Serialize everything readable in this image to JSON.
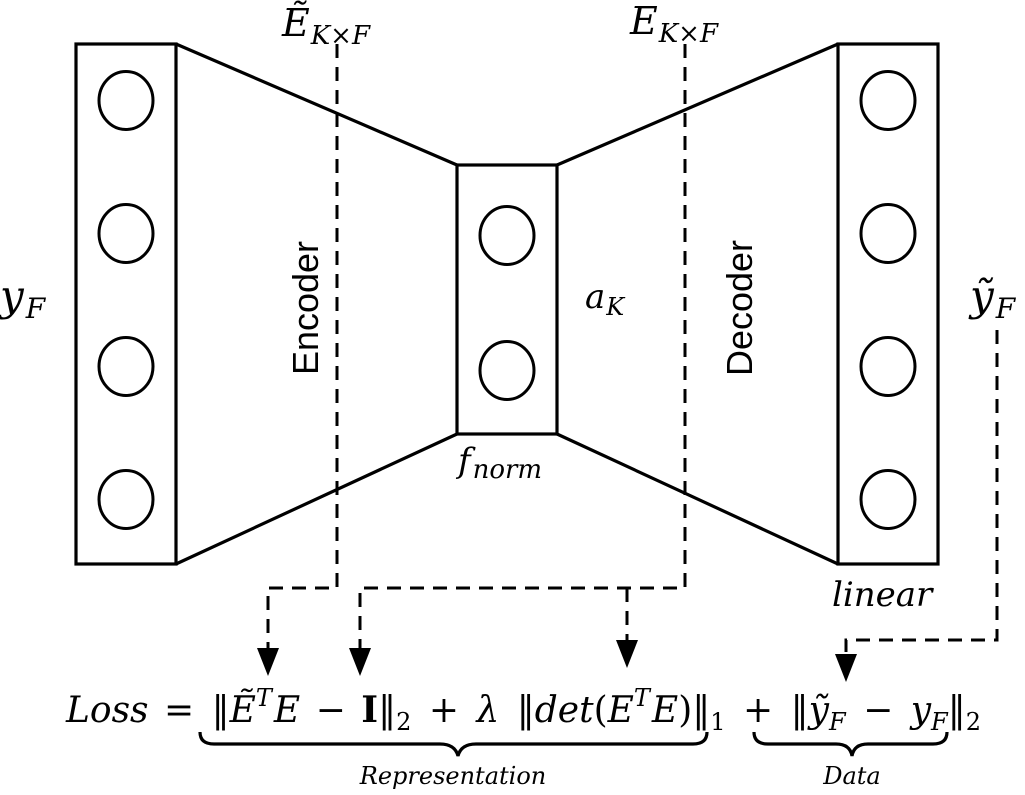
{
  "diagram": {
    "input_label": "y",
    "input_sub": "F",
    "output_label": "ỹ",
    "output_sub": "F",
    "encoder_label": "Encoder",
    "decoder_label": "Decoder",
    "latent_label": "a",
    "latent_sub": "K",
    "norm_label": "f",
    "norm_sub": "norm",
    "linear_label": "linear",
    "enc_weight_label": "Ẽ",
    "enc_weight_sub": "K×F",
    "dec_weight_label": "E",
    "dec_weight_sub": "K×F",
    "input_node_count": 4,
    "latent_node_count": 2,
    "output_node_count": 4
  },
  "loss": {
    "lhs": "Loss",
    "eq": "=",
    "norm_bar": "‖",
    "e_tilde": "Ẽ",
    "transpose": "T",
    "e": "E",
    "minus": "−",
    "identity": "I",
    "l2": "2",
    "plus": "+",
    "lambda": "λ",
    "det": "det",
    "open_paren": "(",
    "close_paren": ")",
    "l1": "1",
    "y_tilde": "ỹ",
    "y": "y",
    "sub_f": "F",
    "representation_label": "Representation",
    "data_label": "Data"
  }
}
